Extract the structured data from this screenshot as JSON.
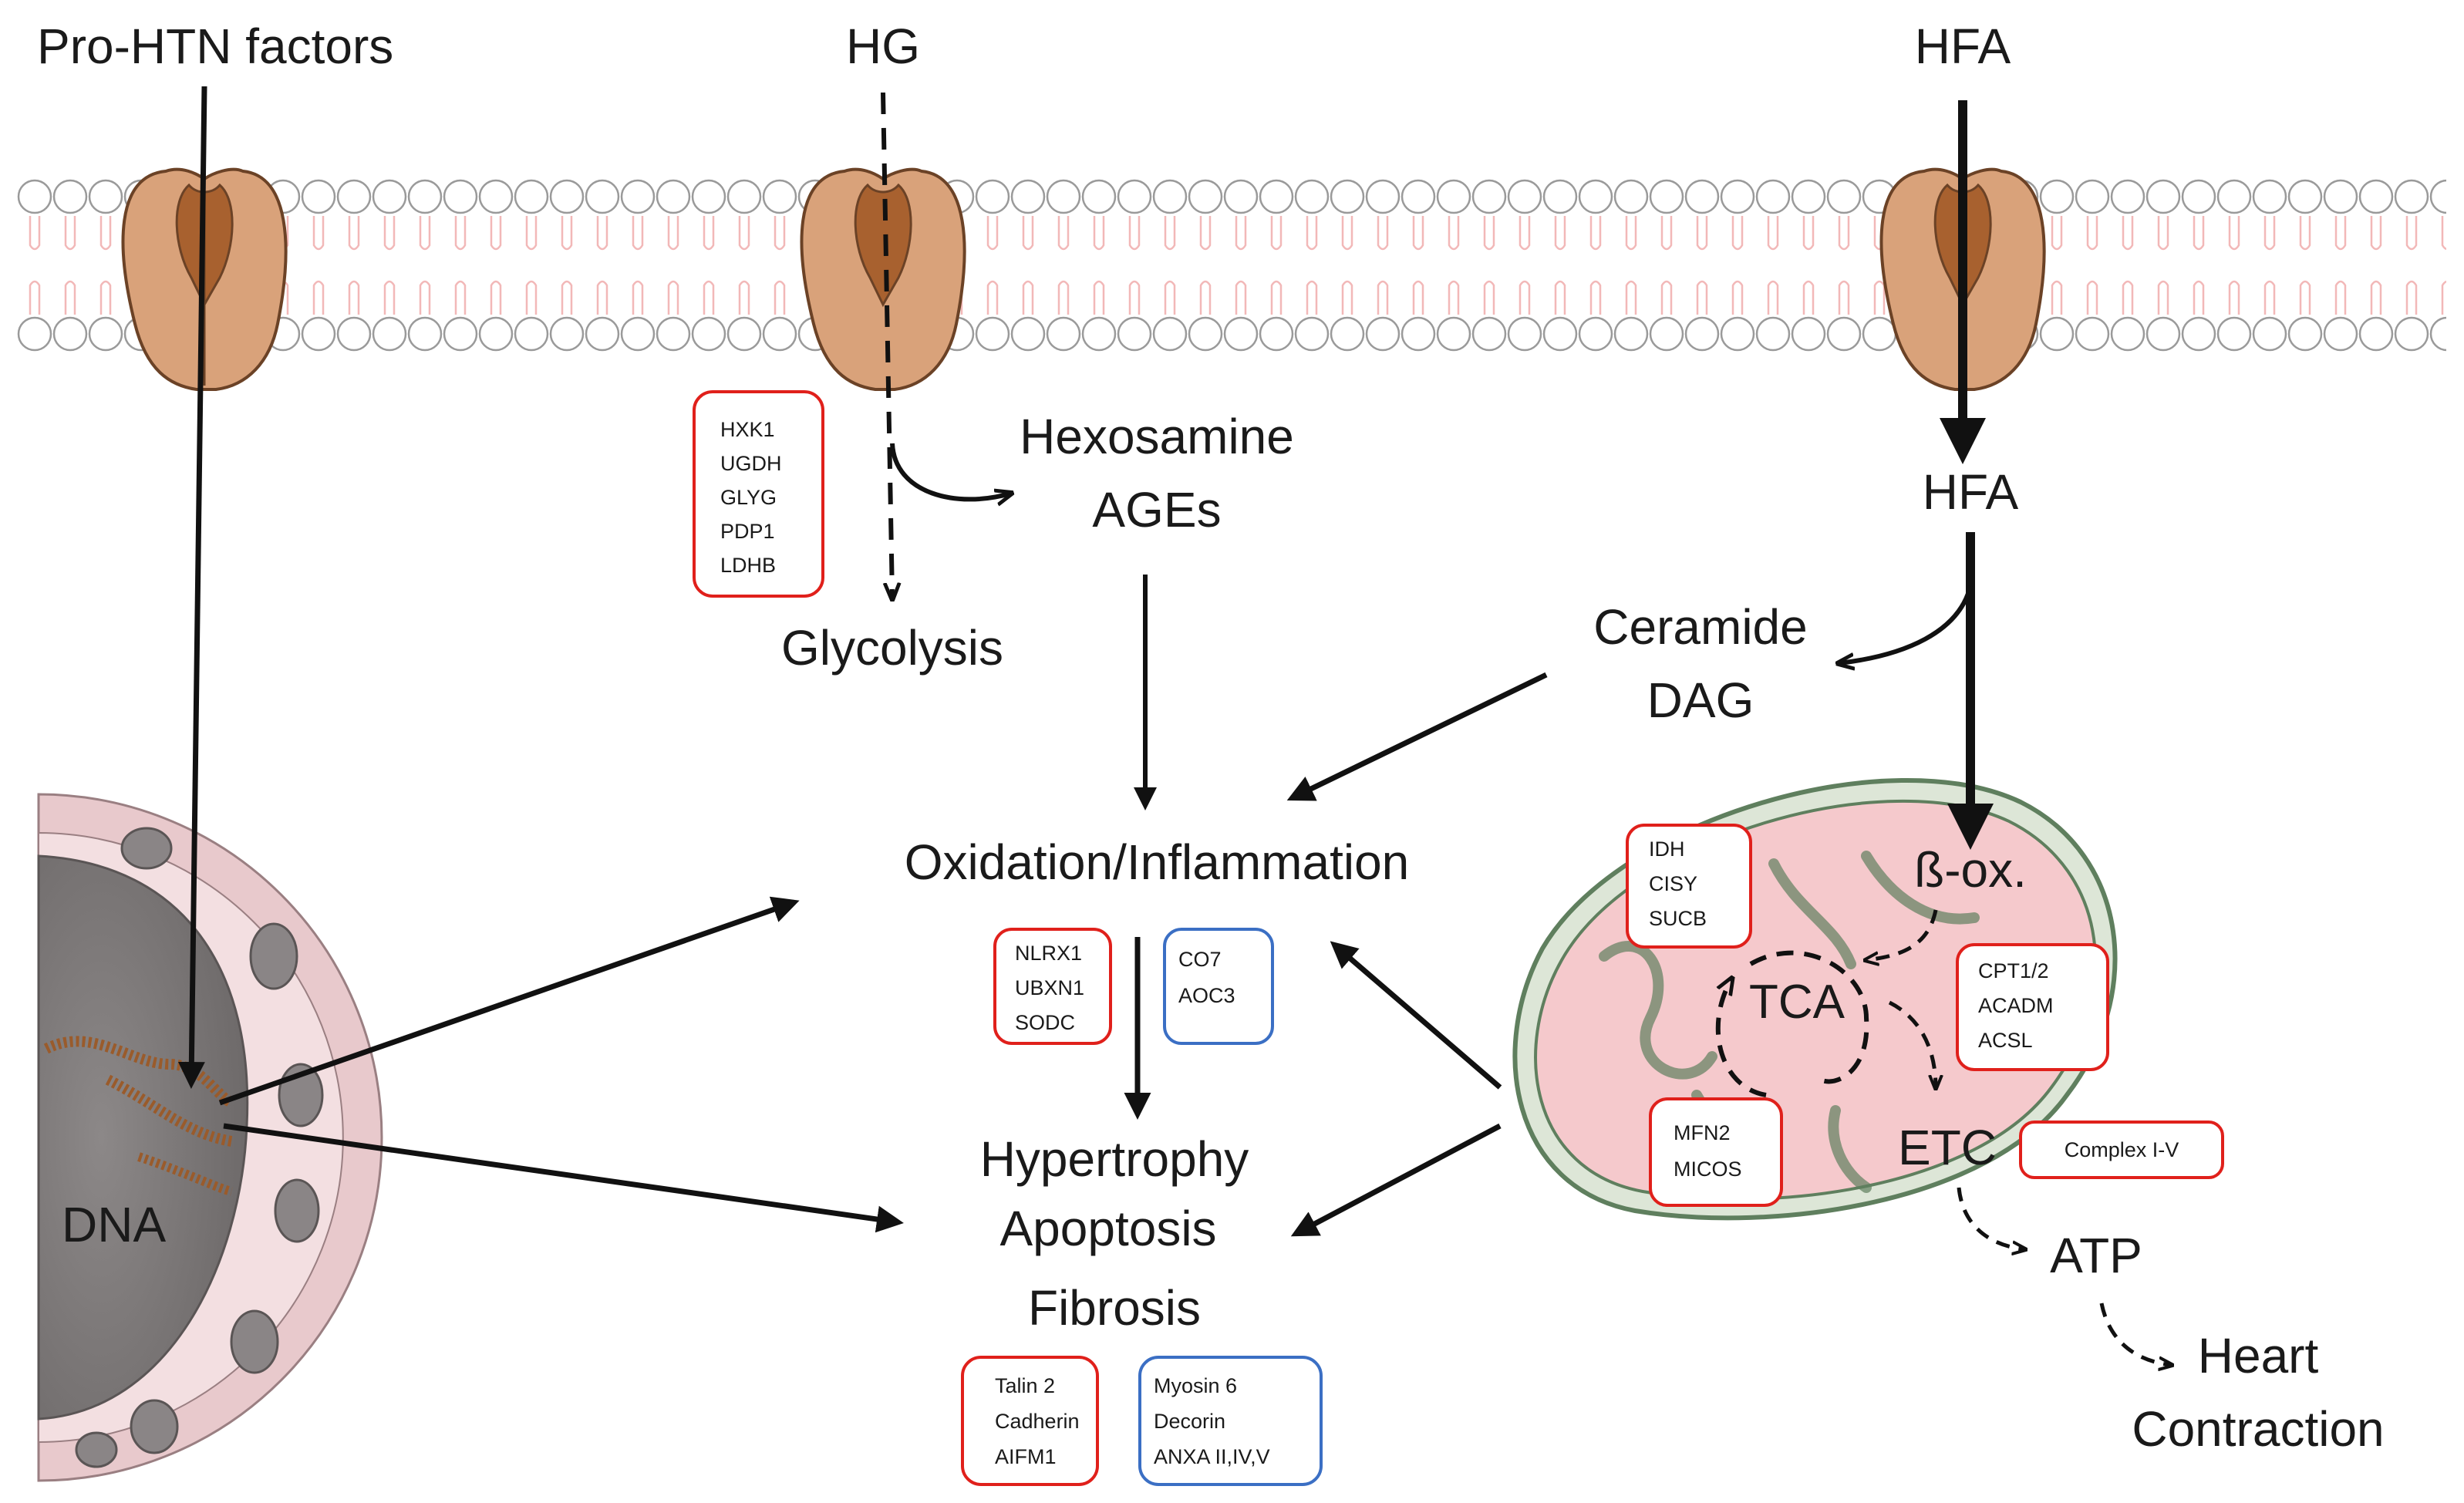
{
  "inputs": {
    "pro_htn": "Pro-HTN factors",
    "hg": "HG",
    "hfa_top": "HFA"
  },
  "labels": {
    "hfa_inner": "HFA",
    "hexosamine": "Hexosamine",
    "ages": "AGEs",
    "glycolysis": "Glycolysis",
    "ceramide": "Ceramide",
    "dag": "DAG",
    "oxidation": "Oxidation/Inflammation",
    "hypertrophy": "Hypertrophy",
    "apoptosis": "Apoptosis",
    "fibrosis": "Fibrosis",
    "dna": "DNA",
    "beta_ox": "ß-ox.",
    "tca": "TCA",
    "etc": "ETC",
    "atp": "ATP",
    "heart": "Heart",
    "contraction": "Contraction"
  },
  "boxes": {
    "glycolysis_proteins": [
      "HXK1",
      "UGDH",
      "GLYG",
      "PDP1",
      "LDHB"
    ],
    "oxidation_up": [
      "NLRX1",
      "UBXN1",
      "SODC"
    ],
    "oxidation_down": [
      "CO7",
      "AOC3"
    ],
    "fibrosis_up": [
      "Talin 2",
      "Cadherin",
      "AIFM1"
    ],
    "fibrosis_down": [
      "Myosin 6",
      "Decorin",
      "ANXA II,IV,V"
    ],
    "tca_proteins": [
      "IDH",
      "CISY",
      "SUCB"
    ],
    "betaox_proteins": [
      "CPT1/2",
      "ACADM",
      "ACSL"
    ],
    "mito_proteins": [
      "MFN2",
      "MICOS"
    ],
    "etc_proteins": [
      "Complex I-V"
    ]
  },
  "colors": {
    "upregulated": "#e0201b",
    "downregulated": "#3b6fc4"
  }
}
